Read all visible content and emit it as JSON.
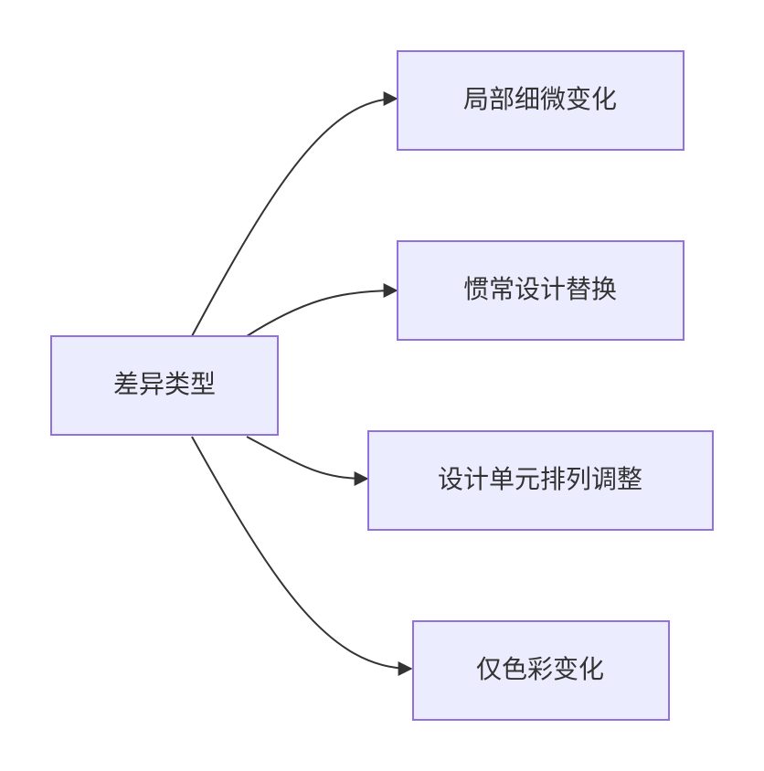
{
  "diagram": {
    "type": "flowchart",
    "direction": "left-to-right",
    "root": {
      "id": "root",
      "label": "差异类型"
    },
    "children": [
      {
        "id": "c1",
        "label": "局部细微变化"
      },
      {
        "id": "c2",
        "label": "惯常设计替换"
      },
      {
        "id": "c3",
        "label": "设计单元排列调整"
      },
      {
        "id": "c4",
        "label": "仅色彩变化"
      }
    ],
    "edges": [
      {
        "from": "root",
        "to": "c1"
      },
      {
        "from": "root",
        "to": "c2"
      },
      {
        "from": "root",
        "to": "c3"
      },
      {
        "from": "root",
        "to": "c4"
      }
    ]
  },
  "colors": {
    "node_fill": "#ececff",
    "node_stroke": "#9370db",
    "edge": "#333333",
    "text": "#333333"
  }
}
